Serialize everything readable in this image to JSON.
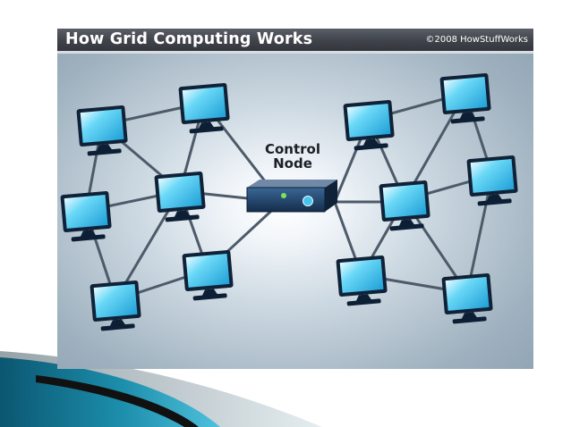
{
  "figure": {
    "title": "How Grid Computing Works",
    "credit": "©2008 HowStuffWorks"
  },
  "control_node": {
    "label_line1": "Control",
    "label_line2": "Node"
  },
  "colors": {
    "link": "#4d5a69",
    "screen": "#35c3ef",
    "server": "#1f3d63",
    "title_bar": "#3f434a"
  },
  "icons": [
    "computer-monitor-icon",
    "server-icon"
  ]
}
